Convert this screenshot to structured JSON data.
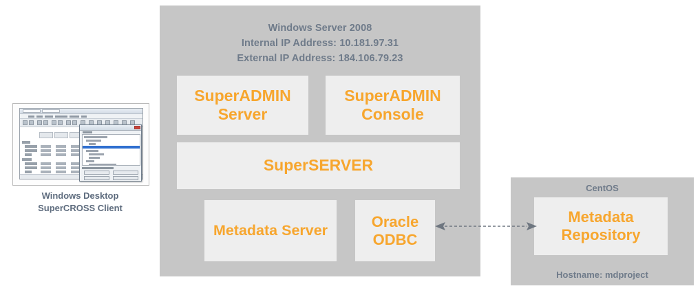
{
  "diagram": {
    "server_panel": {
      "title": "Windows Server 2008\nInternal IP Address: 10.181.97.31\nExternal IP Address: 184.106.79.23",
      "os_name": "Windows Server 2008",
      "internal_ip_label": "Internal IP Address: 10.181.97.31",
      "external_ip_label": "External IP Address: 184.106.79.23",
      "boxes": [
        {
          "label": "SuperADMIN\nServer"
        },
        {
          "label": "SuperADMIN\nConsole"
        },
        {
          "label": "SuperSERVER"
        },
        {
          "label": "Metadata Server"
        },
        {
          "label": "Oracle\nODBC"
        }
      ]
    },
    "centos_panel": {
      "title": "CentOS",
      "hostname": "Hostname: mdproject",
      "boxes": [
        {
          "label": "Metadata\nRepository"
        }
      ]
    },
    "client": {
      "caption": "Windows Desktop\nSuperCROSS Client",
      "caption_line1": "Windows Desktop",
      "caption_line2": "SuperCROSS Client",
      "thumbnail_alt": "SuperCROSS client application window screenshot"
    },
    "connector": {
      "name": "bidirectional-dashed-arrow",
      "style": "dashed",
      "arrowheads": "both"
    },
    "colors": {
      "panel_gray": "#c6c6c6",
      "box_fill": "#eeeeee",
      "accent_orange": "#f7a62e",
      "title_text": "#6f7b8a",
      "caption_text": "#5d6b7d",
      "connector_gray": "#6e7680",
      "page_background": "#ffffff"
    }
  }
}
